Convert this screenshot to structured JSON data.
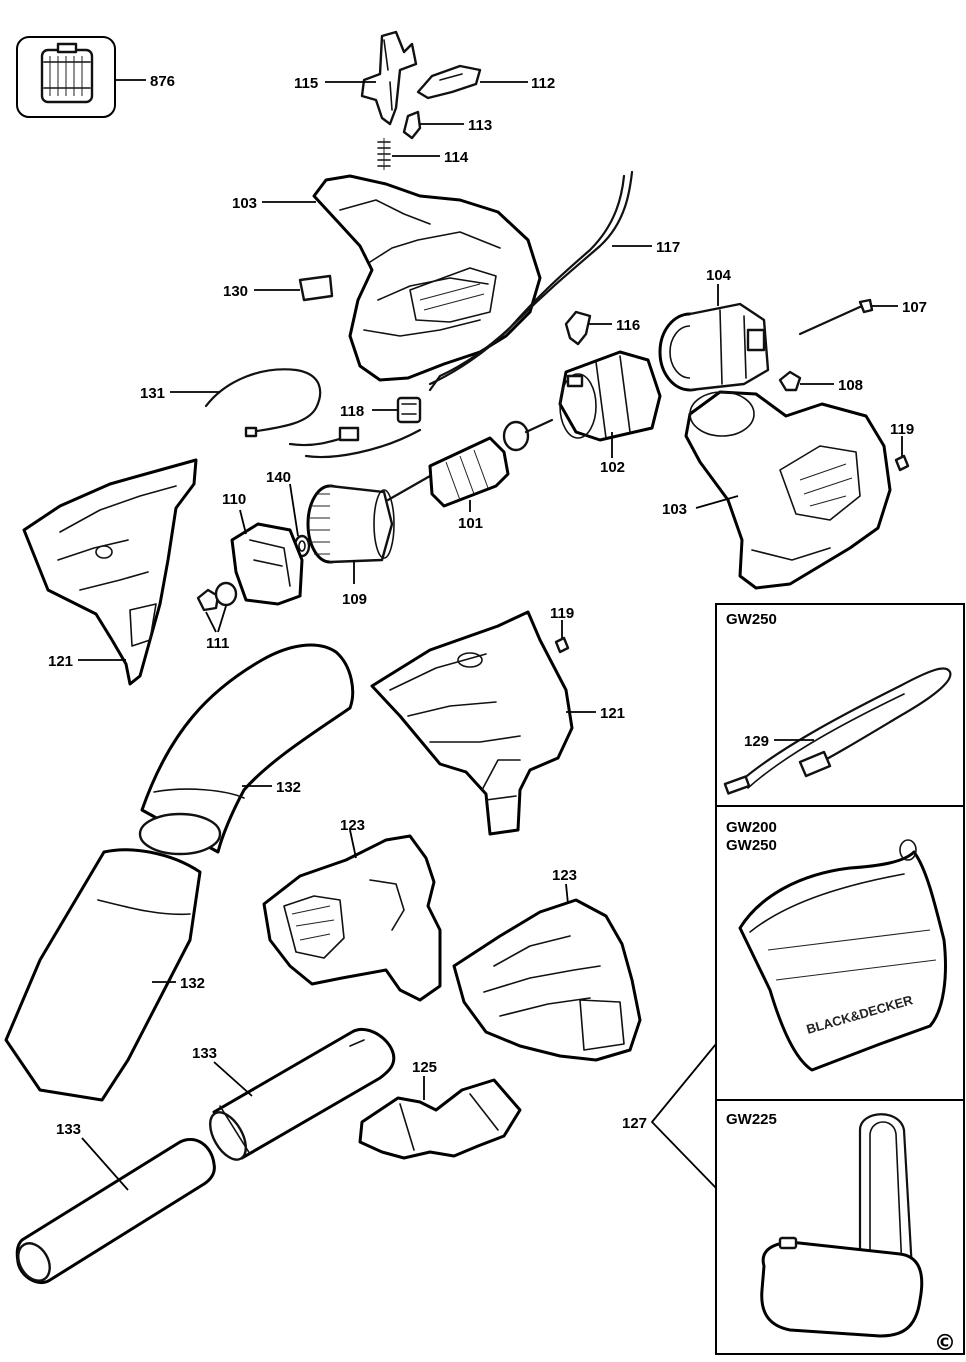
{
  "parts": {
    "p876": "876",
    "p115": "115",
    "p112": "112",
    "p113": "113",
    "p114": "114",
    "p103a": "103",
    "p103b": "103",
    "p117": "117",
    "p104": "104",
    "p107": "107",
    "p130": "130",
    "p116": "116",
    "p108": "108",
    "p131": "131",
    "p118": "118",
    "p102": "102",
    "p119a": "119",
    "p119b": "119",
    "p140": "140",
    "p110": "110",
    "p101": "101",
    "p121a": "121",
    "p121b": "121",
    "p111": "111",
    "p109": "109",
    "p129": "129",
    "p132a": "132",
    "p132b": "132",
    "p123a": "123",
    "p123b": "123",
    "p133a": "133",
    "p133b": "133",
    "p125": "125",
    "p127": "127"
  },
  "models": {
    "panel1": "GW250",
    "panel2_line1": "GW200",
    "panel2_line2": "GW250",
    "panel3": "GW225"
  },
  "brand_mark": "BLACK&DECKER",
  "copyright": "©"
}
